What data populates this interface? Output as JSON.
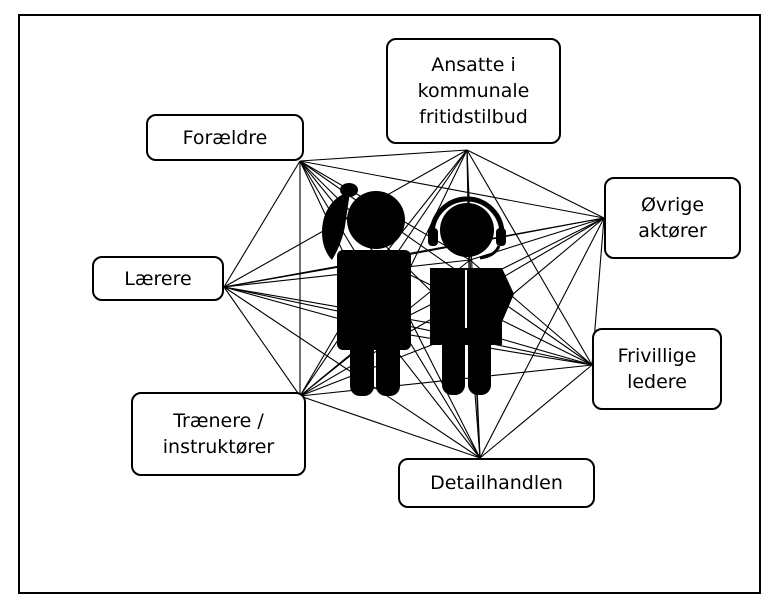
{
  "nodes": [
    {
      "id": "ansatte",
      "label": "Ansatte i\nkommunale\nfritidstilbud"
    },
    {
      "id": "foraeldre",
      "label": "Forældre"
    },
    {
      "id": "ovrige",
      "label": "Øvrige\naktører"
    },
    {
      "id": "laerere",
      "label": "Lærere"
    },
    {
      "id": "frivillige",
      "label": "Frivillige\nledere"
    },
    {
      "id": "traenere",
      "label": "Trænere /\ninstruktører"
    },
    {
      "id": "detail",
      "label": "Detailhandlen"
    }
  ],
  "colors": {
    "stroke": "#000000",
    "background": "#ffffff"
  },
  "icons": {
    "center": "child-and-coach-figures-icon"
  }
}
